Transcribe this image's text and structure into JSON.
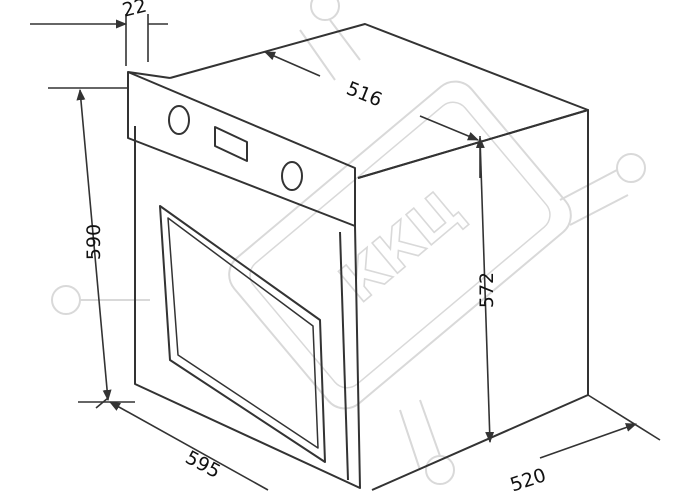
{
  "dimensions": {
    "panel_thickness": "22",
    "depth_top": "516",
    "height_total": "590",
    "height_body": "572",
    "width_front": "595",
    "depth_side": "520"
  },
  "watermark": {
    "text": "ККЦ"
  },
  "colors": {
    "line": "#333333",
    "watermark": "#d9d9d9",
    "background": "#ffffff"
  }
}
